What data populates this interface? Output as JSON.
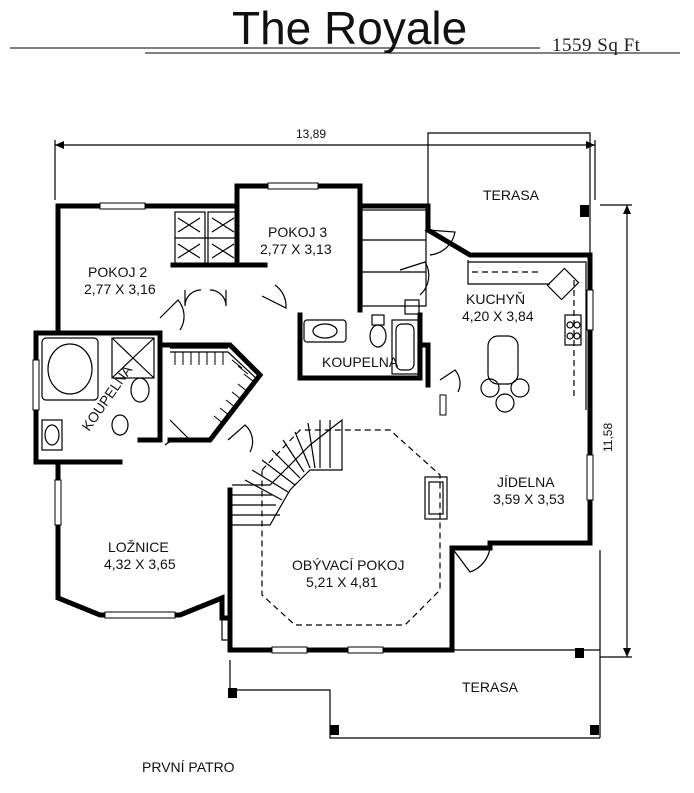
{
  "header": {
    "title": "The Royale",
    "area": "1559 Sq Ft"
  },
  "dimensions": {
    "width": "13,89",
    "depth": "11,58"
  },
  "rooms": {
    "terrace_top": {
      "name": "TERASA"
    },
    "bedroom2": {
      "name": "POKOJ 2",
      "size": "2,77 X 3,16"
    },
    "bedroom3": {
      "name": "POKOJ 3",
      "size": "2,77 X 3,13"
    },
    "kitchen": {
      "name": "KUCHYŇ",
      "size": "4,20 X 3,84"
    },
    "bathroom_center": {
      "name": "KOUPELNA"
    },
    "bathroom_master": {
      "name": "KOUPELNA"
    },
    "dining": {
      "name": "JÍDELNA",
      "size": "3,59 X 3,53"
    },
    "master": {
      "name": "LOŽNICE",
      "size": "4,32 X 3,65"
    },
    "living": {
      "name": "OBÝVACÍ POKOJ",
      "size": "5,21 X 4,81"
    },
    "terrace_bottom": {
      "name": "TERASA"
    }
  },
  "footer": {
    "floor_label": "PRVNÍ PATRO"
  }
}
